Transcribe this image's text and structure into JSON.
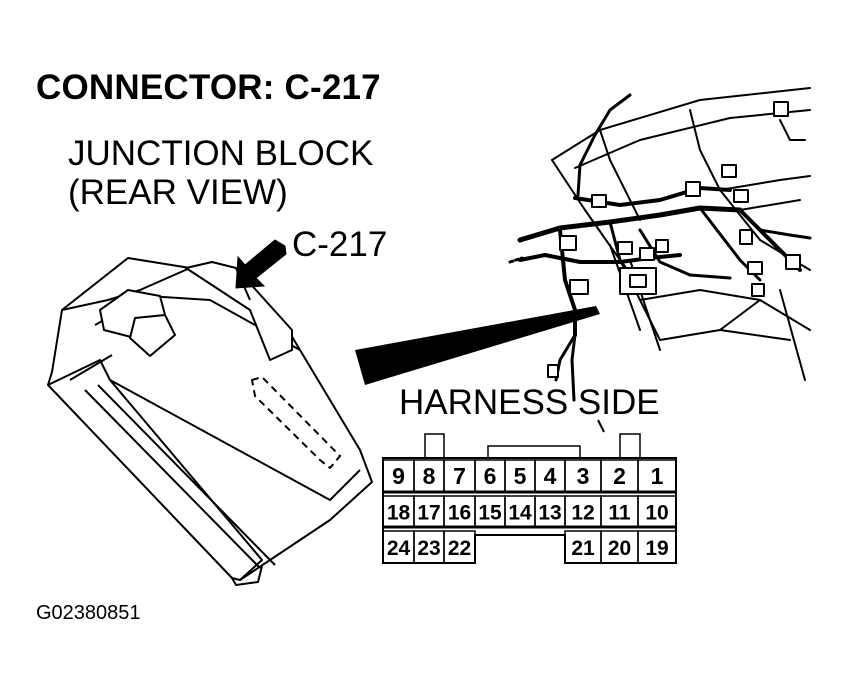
{
  "header": {
    "title": "CONNECTOR: C-217"
  },
  "component": {
    "name_line1": "JUNCTION BLOCK",
    "name_line2": "(REAR VIEW)",
    "pointer_label": "C-217"
  },
  "connector": {
    "view_label": "HARNESS SIDE",
    "rows": [
      [
        "9",
        "8",
        "7",
        "6",
        "5",
        "4",
        "3",
        "2",
        "1"
      ],
      [
        "18",
        "17",
        "16",
        "15",
        "14",
        "13",
        "12",
        "11",
        "10"
      ],
      [
        "24",
        "23",
        "22",
        "",
        "",
        "",
        "21",
        "20",
        "19"
      ]
    ]
  },
  "footer": {
    "figure_id": "G02380851"
  }
}
